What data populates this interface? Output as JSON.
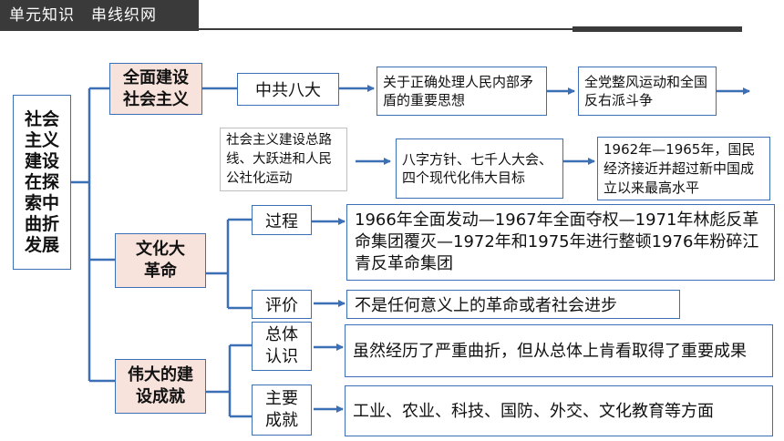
{
  "header": {
    "title": "单元知识　串线织网"
  },
  "root": {
    "label": "社会主义建设在探索中曲折发展"
  },
  "branch1": {
    "title": "全面建设社会主义",
    "item": "中共八大",
    "chain1": [
      "关于正确处理人民内部矛盾的重要思想",
      "全党整风运动和全国反右派斗争"
    ],
    "chain2": [
      "社会主义建设总路线、大跃进和人民公社化运动",
      "八字方针、七千人大会、四个现代化伟大目标",
      "1962年—1965年，国民经济接近并超过新中国成立以来最高水平"
    ]
  },
  "branch2": {
    "title": "文化大革命",
    "process_label": "过程",
    "process_text": "1966年全面发动—1967年全面夺权—1971年林彪反革命集团覆灭—1972年和1975年进行整顿1976年粉碎江青反革命集团",
    "eval_label": "评价",
    "eval_text": "不是任何意义上的革命或者社会进步"
  },
  "branch3": {
    "title": "伟大的建设成就",
    "overall_label": "总体认识",
    "overall_text": "虽然经历了严重曲折，但从总体上肯看取得了重要成果",
    "main_label": "主要成就",
    "main_text": "工业、农业、科技、国防、外交、文化教育等方面"
  },
  "colors": {
    "border": "#3b6fb6",
    "title_fill": "#f8e3dc",
    "header": "#3a3a3a"
  }
}
